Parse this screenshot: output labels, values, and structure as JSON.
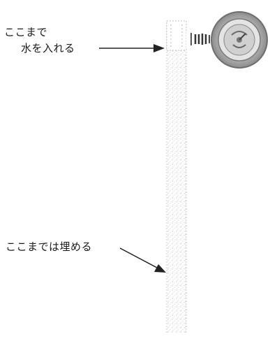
{
  "labels": {
    "water_fill_line_1": "ここまで",
    "water_fill_line_2": "水を入れる",
    "bury_line": "ここまでは埋める"
  },
  "icons": {
    "gauge": "dial-gauge-icon",
    "pipe": "standpipe"
  }
}
